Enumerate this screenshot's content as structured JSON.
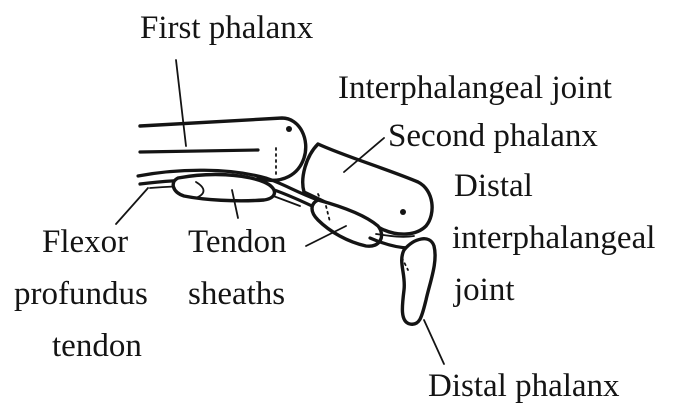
{
  "labels": {
    "first_phalanx": "First phalanx",
    "interphalangeal_joint": "Interphalangeal joint",
    "second_phalanx": "Second phalanx",
    "distal_line1": "Distal",
    "distal_line2": "interphalangeal",
    "distal_line3": "joint",
    "flexor_line1": "Flexor",
    "flexor_line2": "profundus",
    "flexor_line3": "tendon",
    "tendon_line1": "Tendon",
    "tendon_line2": "sheaths",
    "distal_phalanx": "Distal phalanx"
  }
}
